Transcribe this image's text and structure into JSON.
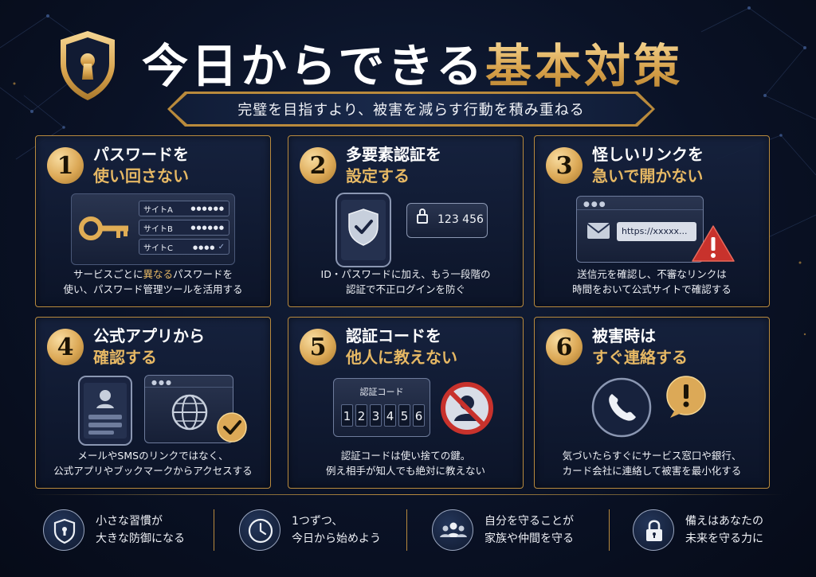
{
  "header": {
    "title_white": "今日からできる",
    "title_gold": "基本対策",
    "subtitle": "完璧を目指すより、被害を減らす行動を積み重ねる"
  },
  "cards": [
    {
      "number": "1",
      "title_line1": "パスワードを",
      "title_line2": "使い回さない",
      "desc_line1_a": "サービスごとに",
      "desc_line1_hl": "異なる",
      "desc_line1_b": "パスワードを",
      "desc_line2": "使い、パスワード管理ツールを活用する",
      "sites": [
        {
          "label": "サイトA",
          "mask": "●●●●●●",
          "check": ""
        },
        {
          "label": "サイトB",
          "mask": "●●●●●●",
          "check": ""
        },
        {
          "label": "サイトC",
          "mask": "●●●●",
          "check": "✓"
        }
      ]
    },
    {
      "number": "2",
      "title_line1": "多要素認証を",
      "title_line2": "設定する",
      "desc_line1": "ID・パスワードに加え、もう一段階の",
      "desc_line2": "認証で不正ログインを防ぐ",
      "code": "123 456"
    },
    {
      "number": "3",
      "title_line1": "怪しいリンクを",
      "title_line2": "急いで開かない",
      "desc_line1": "送信元を確認し、不審なリンクは",
      "desc_line2": "時間をおいて公式サイトで確認する",
      "url": "https://xxxxx..."
    },
    {
      "number": "4",
      "title_line1": "公式アプリから",
      "title_line2": "確認する",
      "desc_line1": "メールやSMSのリンクではなく、",
      "desc_line2": "公式アプリやブックマークからアクセスする"
    },
    {
      "number": "5",
      "title_line1": "認証コードを",
      "title_line2": "他人に教えない",
      "desc_line1": "認証コードは使い捨ての鍵。",
      "desc_line2": "例え相手が知人でも絶対に教えない",
      "code_label": "認証コード",
      "digits": [
        "1",
        "2",
        "3",
        "4",
        "5",
        "6"
      ]
    },
    {
      "number": "6",
      "title_line1": "被害時は",
      "title_line2": "すぐ連絡する",
      "desc_line1": "気づいたらすぐにサービス窓口や銀行、",
      "desc_line2": "カード会社に連絡して被害を最小化する"
    }
  ],
  "footer": [
    {
      "icon": "shield-icon",
      "line1": "小さな習慣が",
      "line2": "大きな防御になる"
    },
    {
      "icon": "clock-icon",
      "line1": "1つずつ、",
      "line2": "今日から始めよう"
    },
    {
      "icon": "family-icon",
      "line1": "自分を守ることが",
      "line2": "家族や仲間を守る"
    },
    {
      "icon": "lock-icon",
      "line1": "備えはあなたの",
      "line2": "未来を守る力に"
    }
  ],
  "colors": {
    "background": "#0a1226",
    "gold": "#e6b864",
    "border_gold": "#b88a3e",
    "warning_red": "#c8322c"
  }
}
